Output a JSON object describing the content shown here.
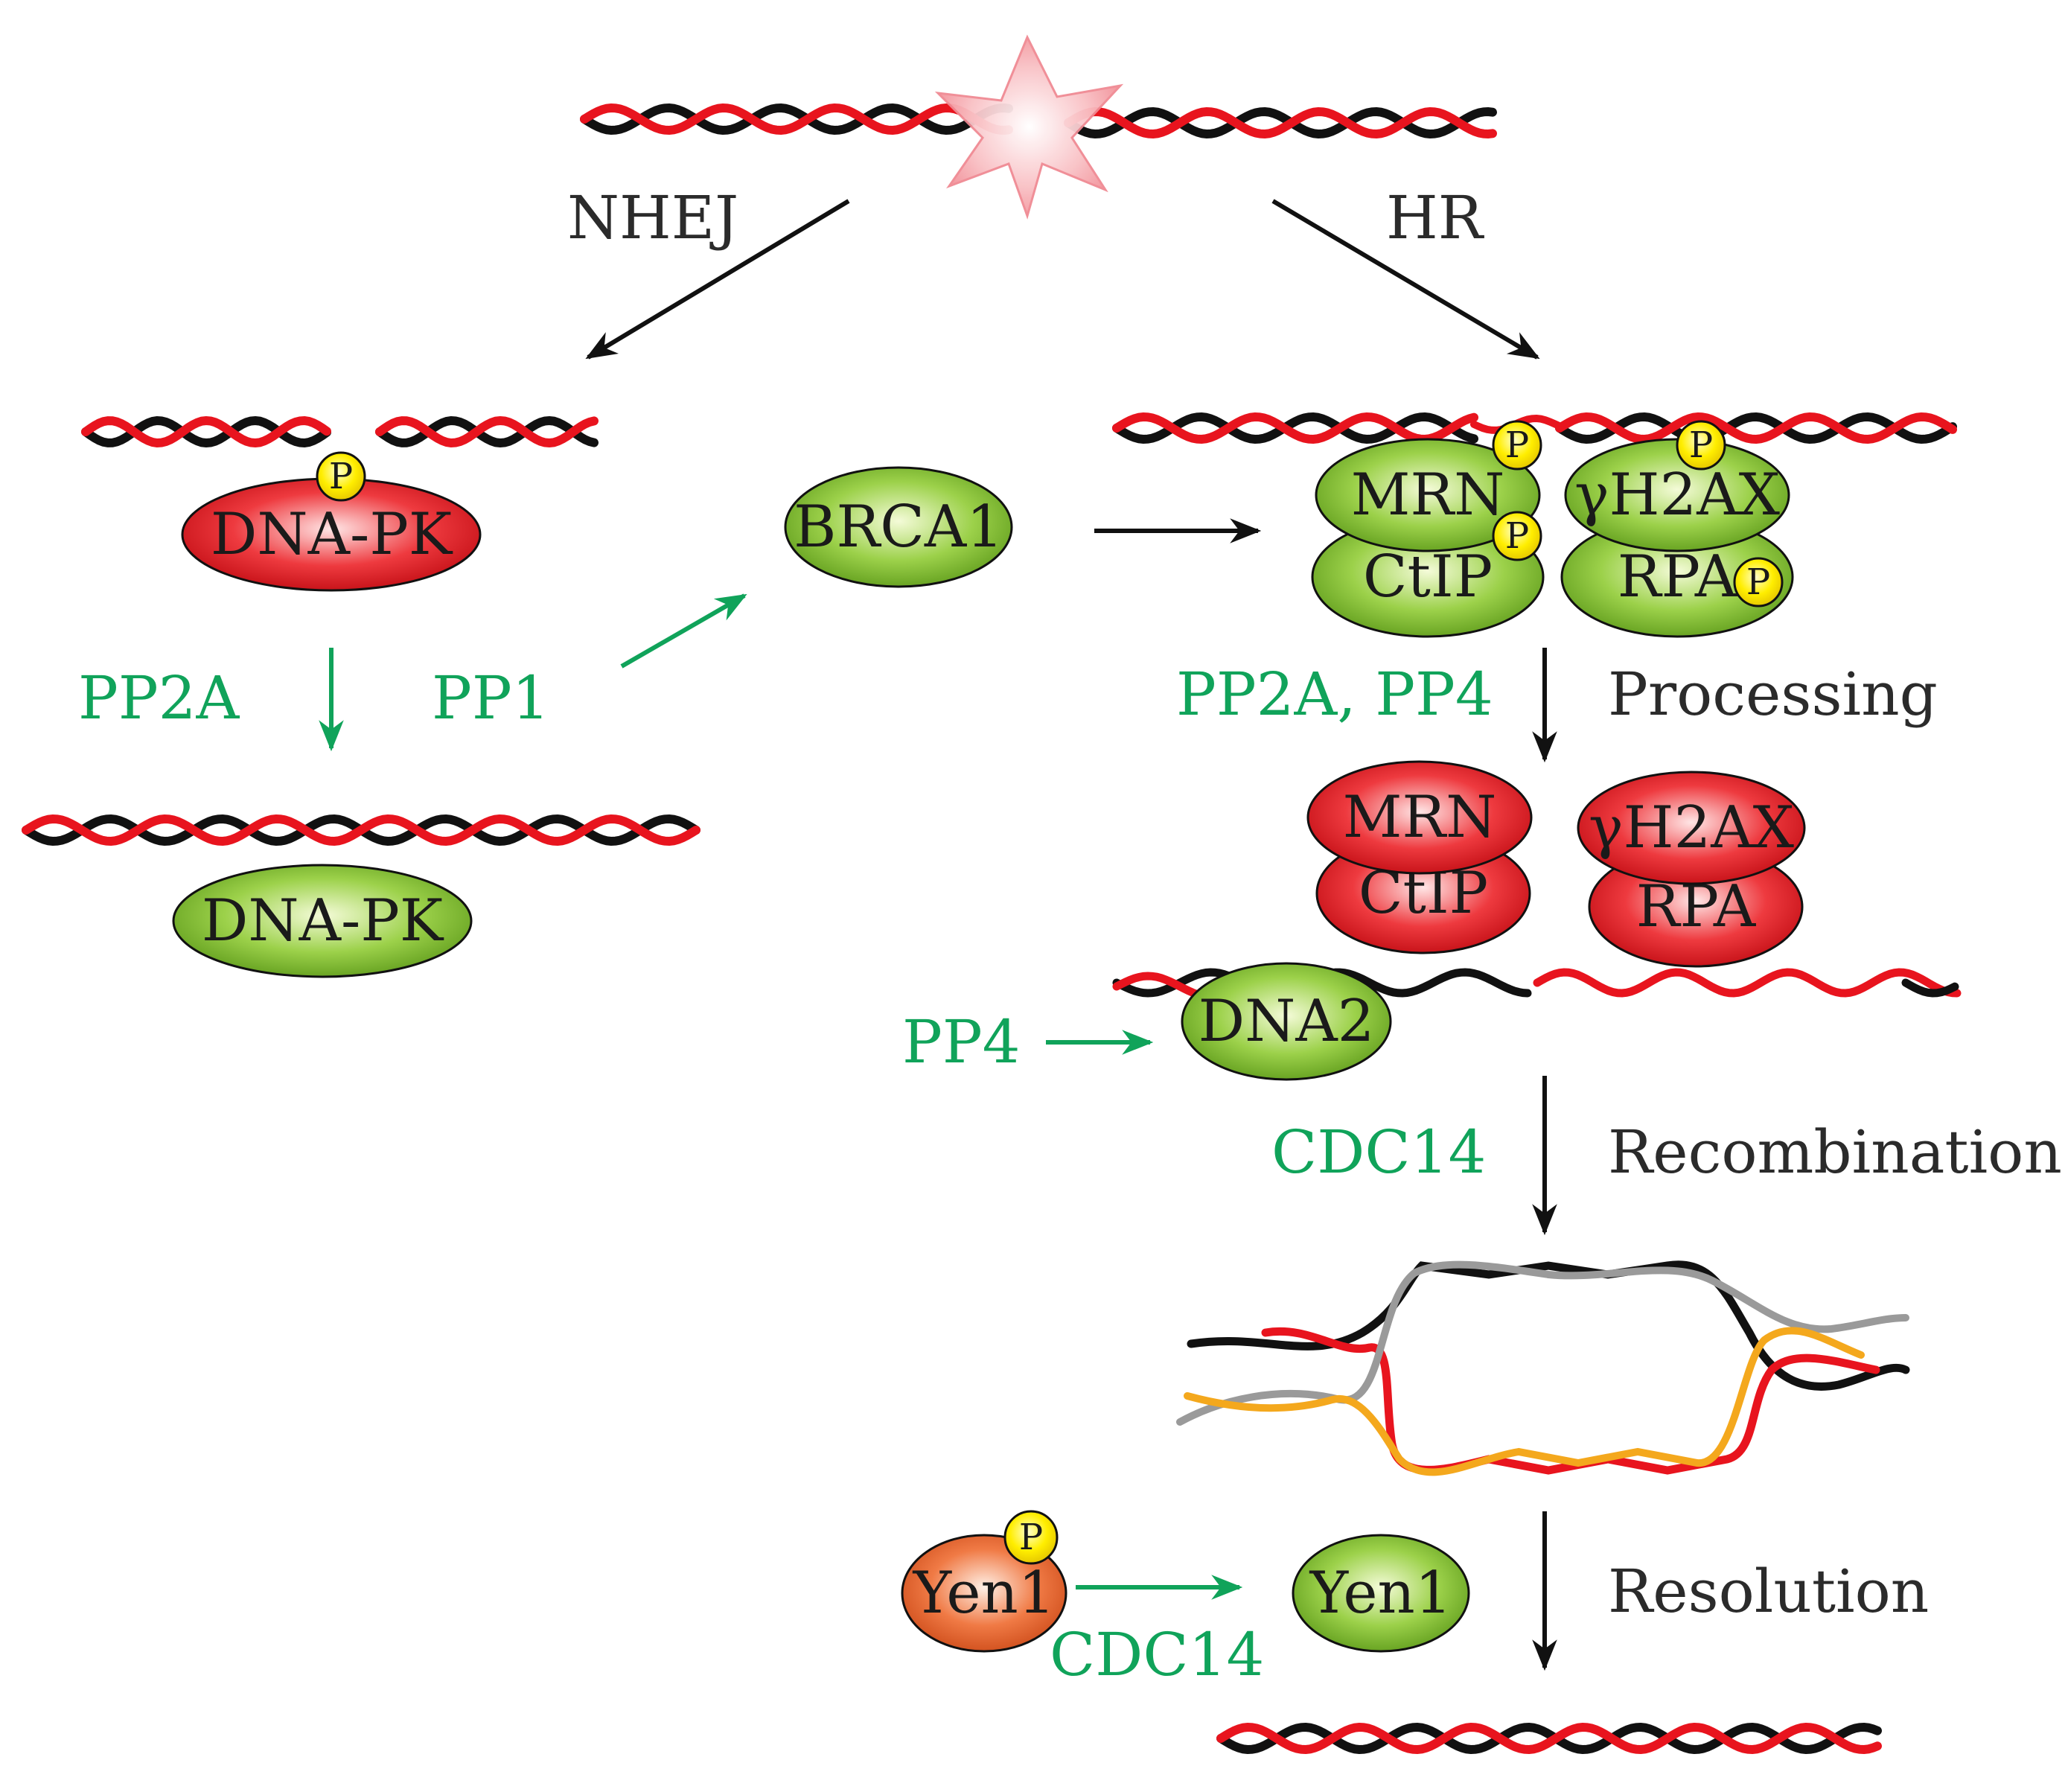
{
  "pathways": {
    "nhej": "NHEJ",
    "hr": "HR"
  },
  "proteins": {
    "dnapk_phos": "DNA-PK",
    "dnapk": "DNA-PK",
    "brca1": "BRCA1",
    "mrn_phos": "MRN",
    "ctip_phos": "CtIP",
    "h2ax_phos": "γH2AX",
    "rpa_phos": "RPA",
    "mrn": "MRN",
    "ctip": "CtIP",
    "h2ax": "γH2AX",
    "rpa": "RPA",
    "dna2": "DNA2",
    "yen1_phos": "Yen1",
    "yen1": "Yen1"
  },
  "phosphatases": {
    "pp2a_nhej": "PP2A",
    "pp1": "PP1",
    "pp2a_pp4": "PP2A, PP4",
    "pp4": "PP4",
    "cdc14_recomb": "CDC14",
    "cdc14_yen1": "CDC14"
  },
  "steps": {
    "processing": "Processing",
    "recombination": "Recombination",
    "resolution": "Resolution"
  },
  "phospho_mark": "P",
  "colors": {
    "strand_red": "#e8141e",
    "strand_black": "#111111",
    "strand_gray": "#9a9a9a",
    "strand_orange": "#f4a81d",
    "protein_green": "#7bbf2a",
    "protein_red": "#e0161d",
    "protein_orange": "#e8602a",
    "phospho_yellow": "#ffee00",
    "phosphatase_green": "#10a35a",
    "damage_star": "#f7a8ae"
  }
}
